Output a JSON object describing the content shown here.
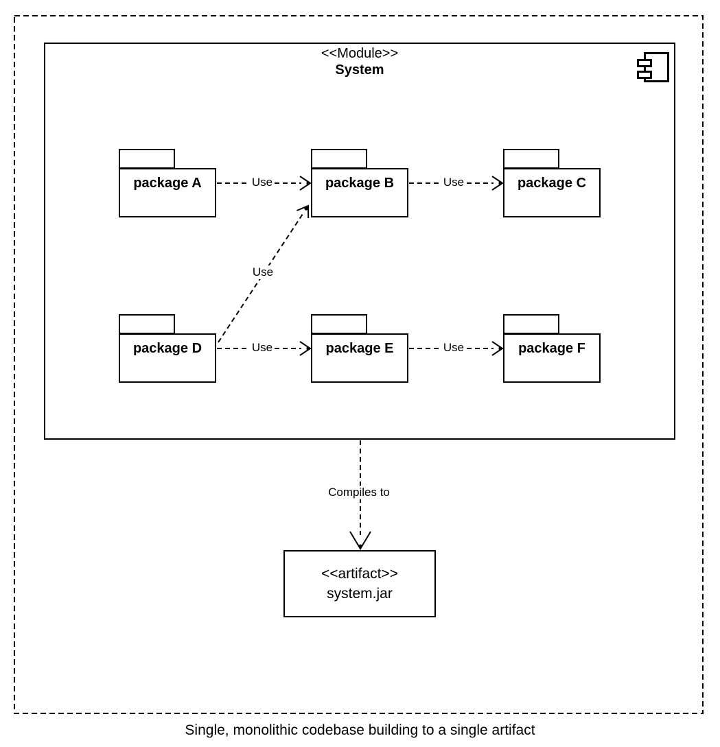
{
  "diagram": {
    "caption": "Single, monolithic codebase building to a single artifact"
  },
  "system": {
    "stereotype": "<<Module>>",
    "name": "System"
  },
  "packages": [
    {
      "id": "A",
      "label": "package A"
    },
    {
      "id": "B",
      "label": "package B"
    },
    {
      "id": "C",
      "label": "package C"
    },
    {
      "id": "D",
      "label": "package D"
    },
    {
      "id": "E",
      "label": "package E"
    },
    {
      "id": "F",
      "label": "package F"
    }
  ],
  "edges": [
    {
      "from": "package A",
      "to": "package B",
      "label": "Use",
      "style": "dashed-open-arrow"
    },
    {
      "from": "package B",
      "to": "package C",
      "label": "Use",
      "style": "dashed-open-arrow"
    },
    {
      "from": "package D",
      "to": "package B",
      "label": "Use",
      "style": "dashed-open-arrow"
    },
    {
      "from": "package D",
      "to": "package E",
      "label": "Use",
      "style": "dashed-open-arrow"
    },
    {
      "from": "package E",
      "to": "package F",
      "label": "Use",
      "style": "dashed-open-arrow"
    },
    {
      "from": "System",
      "to": "system.jar",
      "label": "Compiles to",
      "style": "dashed-open-arrow"
    }
  ],
  "artifact": {
    "stereotype": "<<artifact>>",
    "name": "system.jar"
  },
  "colors": {
    "stroke": "#000000",
    "background": "#ffffff"
  }
}
